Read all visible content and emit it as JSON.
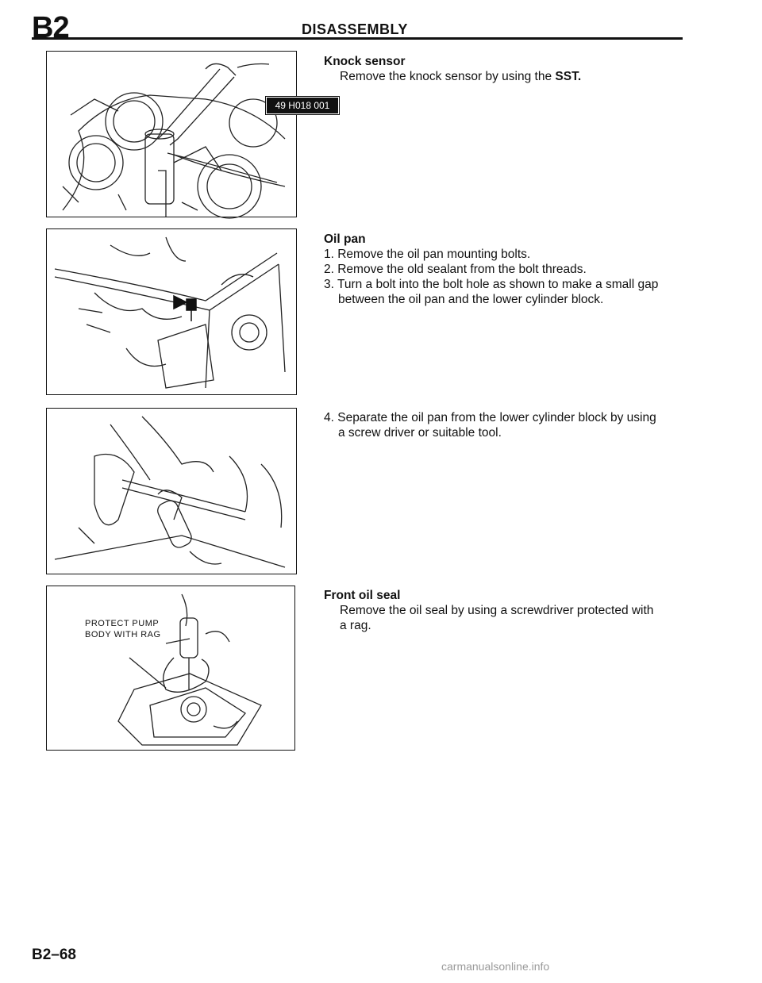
{
  "header": {
    "section_code": "B2",
    "title": "DISASSEMBLY"
  },
  "figures": {
    "fig1": {
      "sst_label": "49 H018 001"
    },
    "fig4": {
      "label_line1": "PROTECT PUMP",
      "label_line2": "BODY WITH RAG"
    }
  },
  "sections": {
    "knock_sensor": {
      "heading": "Knock sensor",
      "text_before": "Remove the knock sensor by using the ",
      "text_bold": "SST."
    },
    "oil_pan": {
      "heading": "Oil pan",
      "steps": [
        {
          "text": "1. Remove the oil pan mounting bolts."
        },
        {
          "text": "2. Remove the old sealant from the bolt threads."
        },
        {
          "text": "3. Turn a bolt into the bolt hole as shown to make a small gap",
          "cont": "between the oil pan and the lower cylinder block."
        }
      ],
      "step4": {
        "text": "4. Separate the oil pan from the lower cylinder block by using",
        "cont": "a screw driver or suitable tool."
      }
    },
    "front_oil_seal": {
      "heading": "Front oil seal",
      "line1": "Remove the oil seal by using a screwdriver protected with",
      "line2": "a rag."
    }
  },
  "footer": {
    "page_number": "B2–68",
    "watermark": "carmanualsonline.info"
  }
}
